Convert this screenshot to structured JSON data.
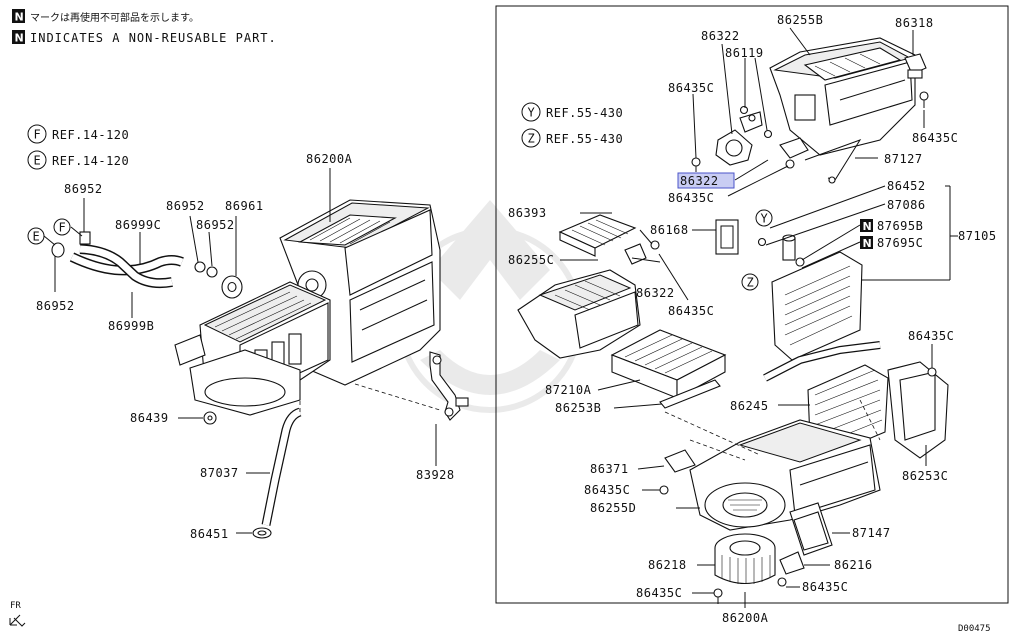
{
  "header": {
    "badge": "N",
    "note_jp": "マークは再使用不可部品を示します。",
    "note_en": "INDICATES A NON-REUSABLE PART."
  },
  "refs": {
    "F": {
      "letter": "F",
      "text": "REF.14-120"
    },
    "E": {
      "letter": "E",
      "text": "REF.14-120"
    },
    "Y": {
      "letter": "Y",
      "text": "REF.55-430"
    },
    "Z": {
      "letter": "Z",
      "text": "REF.55-430"
    }
  },
  "callouts": {
    "E": "E",
    "F": "F",
    "Y": "Y",
    "Z": "Z"
  },
  "labels": {
    "l86952a": "86952",
    "l86952b": "86952",
    "l86952c": "86952",
    "l86952d": "86952",
    "l86999c": "86999C",
    "l86999b": "86999B",
    "l86961": "86961",
    "l86200a_main": "86200A",
    "l86439": "86439",
    "l87037": "87037",
    "l83928": "83928",
    "l86451": "86451",
    "l86322_top": "86322",
    "l86255b": "86255B",
    "l86318": "86318",
    "l86119": "86119",
    "l86435c_1": "86435C",
    "l86435c_2": "86435C",
    "l86322_hl": "86322",
    "l86435c_3": "86435C",
    "l87127": "87127",
    "l86452": "86452",
    "l87086": "87086",
    "l87695b": "87695B",
    "l87695c": "87695C",
    "l87105": "87105",
    "l86393": "86393",
    "l86168": "86168",
    "l86255c": "86255C",
    "l86322_mid": "86322",
    "l86435c_4": "86435C",
    "l87210a": "87210A",
    "l86253b": "86253B",
    "l86245": "86245",
    "l86435c_5": "86435C",
    "l86253c": "86253C",
    "l86371": "86371",
    "l86435c_6": "86435C",
    "l86255d": "86255D",
    "l87147": "87147",
    "l86218": "86218",
    "l86216": "86216",
    "l86435c_7": "86435C",
    "l86435c_8": "86435C",
    "l86200a_bottom": "86200A"
  },
  "footer": {
    "fr": "FR",
    "code": "D00475"
  },
  "highlight_color": "#c9cdf3"
}
